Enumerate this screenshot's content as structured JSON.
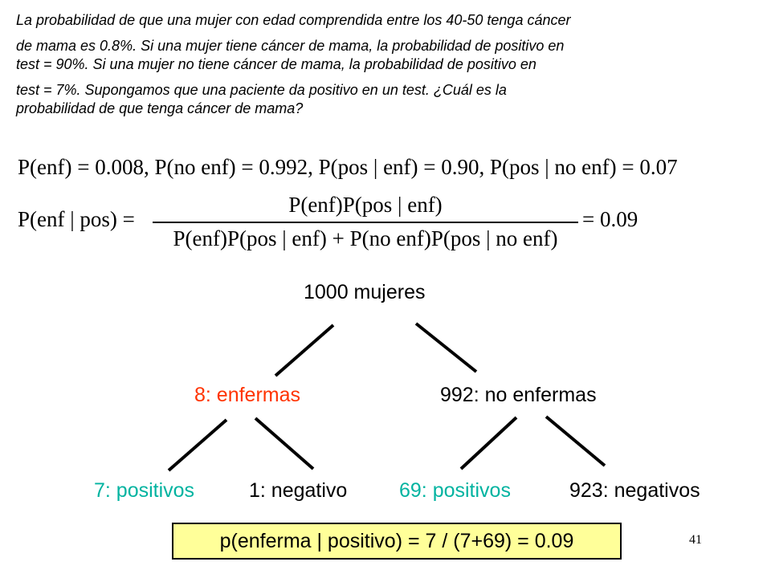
{
  "intro": {
    "lines": [
      "La probabilidad de que una mujer con edad comprendida entre los 40-50 tenga cáncer",
      "de mama es 0.8%. Si una mujer tiene cáncer de mama, la probabilidad de positivo en",
      "test = 90%. Si una mujer no tiene cáncer de mama, la probabilidad de positivo en",
      "test = 7%. Supongamos que una paciente da positivo en un test. ¿Cuál es la",
      "probabilidad de que tenga cáncer de mama?"
    ]
  },
  "equations": {
    "line1": "P(enf) = 0.008,   P(no enf) = 0.992, P(pos | enf) = 0.90,   P(pos | no enf) = 0.07",
    "lhs": "P(enf | pos) =",
    "numerator": "P(enf)P(pos | enf)",
    "denominator": "P(enf)P(pos | enf) + P(no enf)P(pos | no enf)",
    "result": "= 0.09"
  },
  "tree": {
    "root": "1000 mujeres",
    "level1": [
      {
        "label": "8: enfermas",
        "color": "#ff3300"
      },
      {
        "label": "992: no enfermas",
        "color": "#000000"
      }
    ],
    "level2": [
      {
        "label": "7: positivos",
        "color": "#00b3a0"
      },
      {
        "label": "1: negativo",
        "color": "#000000"
      },
      {
        "label": "69: positivos",
        "color": "#00b3a0"
      },
      {
        "label": "923: negativos",
        "color": "#000000"
      }
    ]
  },
  "result_box": {
    "text": "p(enferma | positivo) = 7 / (7+69) = 0.09",
    "background": "#ffff99"
  },
  "page_number": "41"
}
